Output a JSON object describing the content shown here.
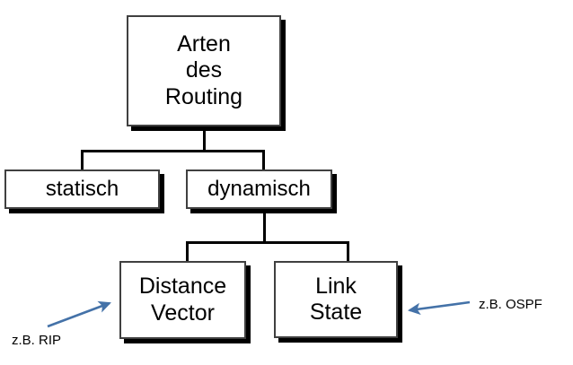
{
  "diagram": {
    "title_node": {
      "label": "Arten\ndes\nRouting",
      "name": "arten-des-routing"
    },
    "nodes": [
      {
        "id": "root",
        "label": "Arten\ndes\nRouting",
        "level": 0
      },
      {
        "id": "static",
        "label": "statisch",
        "level": 1
      },
      {
        "id": "dynamic",
        "label": "dynamisch",
        "level": 1
      },
      {
        "id": "dv",
        "label": "Distance\nVector",
        "level": 2
      },
      {
        "id": "ls",
        "label": "Link\nState",
        "level": 2
      }
    ],
    "annotations": [
      {
        "id": "rip",
        "label": "z.B. RIP",
        "arrow_direction": "up-right",
        "points_to": "dv"
      },
      {
        "id": "ospf",
        "label": "z.B. OSPF",
        "arrow_direction": "left",
        "points_to": "ls"
      }
    ],
    "edges": [
      {
        "from": "root",
        "to": "static"
      },
      {
        "from": "root",
        "to": "dynamic"
      },
      {
        "from": "dynamic",
        "to": "dv"
      },
      {
        "from": "dynamic",
        "to": "ls"
      }
    ],
    "colors": {
      "box_border": "#404040",
      "box_fill": "#ffffff",
      "box_shadow": "#000000",
      "connector": "#000000",
      "arrow": "#4472a8",
      "text": "#000000",
      "background": "#ffffff"
    }
  }
}
